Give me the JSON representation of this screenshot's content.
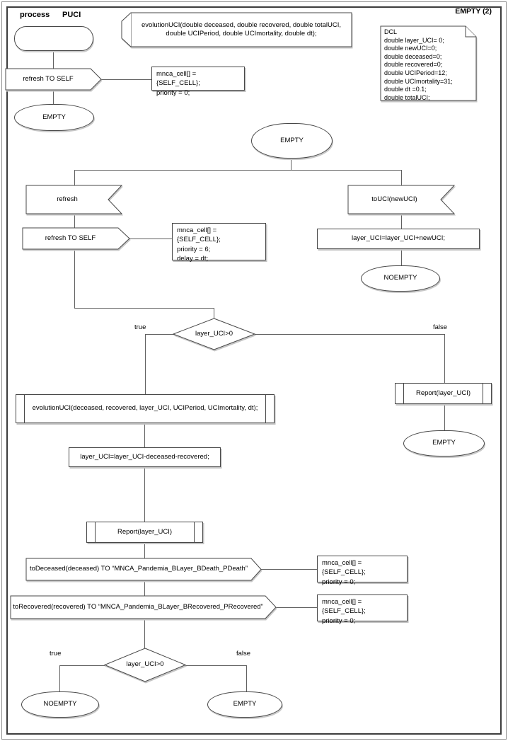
{
  "header": {
    "kind_label": "process",
    "name": "PUCI",
    "page_label": "EMPTY (2)"
  },
  "colors": {
    "shape_border": "#474747",
    "connector": "#606060",
    "shadow": "#c2c2c2",
    "text": "#000000"
  },
  "declarations": {
    "procedure_signature": "evolutionUCI(double deceased, double recovered, double totalUCI,\ndouble UCIPeriod, double UCImortality, double dt);",
    "dcl_block": "DCL\ndouble layer_UCI= 0;\ndouble newUCI=0;\ndouble deceased=0;\ndouble recovered=0;\ndouble UCIPeriod=12;\ndouble UCImortality=31;\ndouble dt =0.1;\ndouble totalUCI;"
  },
  "nodes": {
    "output_refresh_self_1": "refresh TO SELF",
    "comment_priority0_a": "mnca_cell[] = {SELF_CELL};\npriority = 0;",
    "state_empty_top": "EMPTY",
    "state_empty_main": "EMPTY",
    "input_refresh": "refresh",
    "input_touci": "toUCI(newUCI)",
    "output_refresh_self_2": "refresh TO SELF",
    "comment_priority6": "mnca_cell[] = {SELF_CELL};\npriority = 6;\ndelay = dt;",
    "task_add": "layer_UCI=layer_UCI+newUCI;",
    "state_noempty_right": "NOEMPTY",
    "decision_top": "layer_UCI>0",
    "label_true_top": "true",
    "label_false_top": "false",
    "call_report_right": "Report(layer_UCI)",
    "state_empty_right": "EMPTY",
    "call_evolution": "evolutionUCI(deceased, recovered, layer_UCI, UCIPeriod, UCImortality, dt);",
    "task_sub": "layer_UCI=layer_UCI-deceased-recovered;",
    "call_report_left": "Report(layer_UCI)",
    "output_todeceased": "toDeceased(deceased) TO “MNCA_Pandemia_BLayer_BDeath_PDeath”",
    "comment_priority0_b": "mnca_cell[] = {SELF_CELL};\npriority = 0;",
    "output_torecovered": "toRecovered(recovered) TO “MNCA_Pandemia_BLayer_BRecovered_PRecovered”",
    "comment_priority0_c": "mnca_cell[] = {SELF_CELL};\npriority = 0;",
    "decision_bottom": "layer_UCI>0",
    "label_true_bottom": "true",
    "label_false_bottom": "false",
    "state_noempty_bottom": "NOEMPTY",
    "state_empty_bottom": "EMPTY"
  }
}
